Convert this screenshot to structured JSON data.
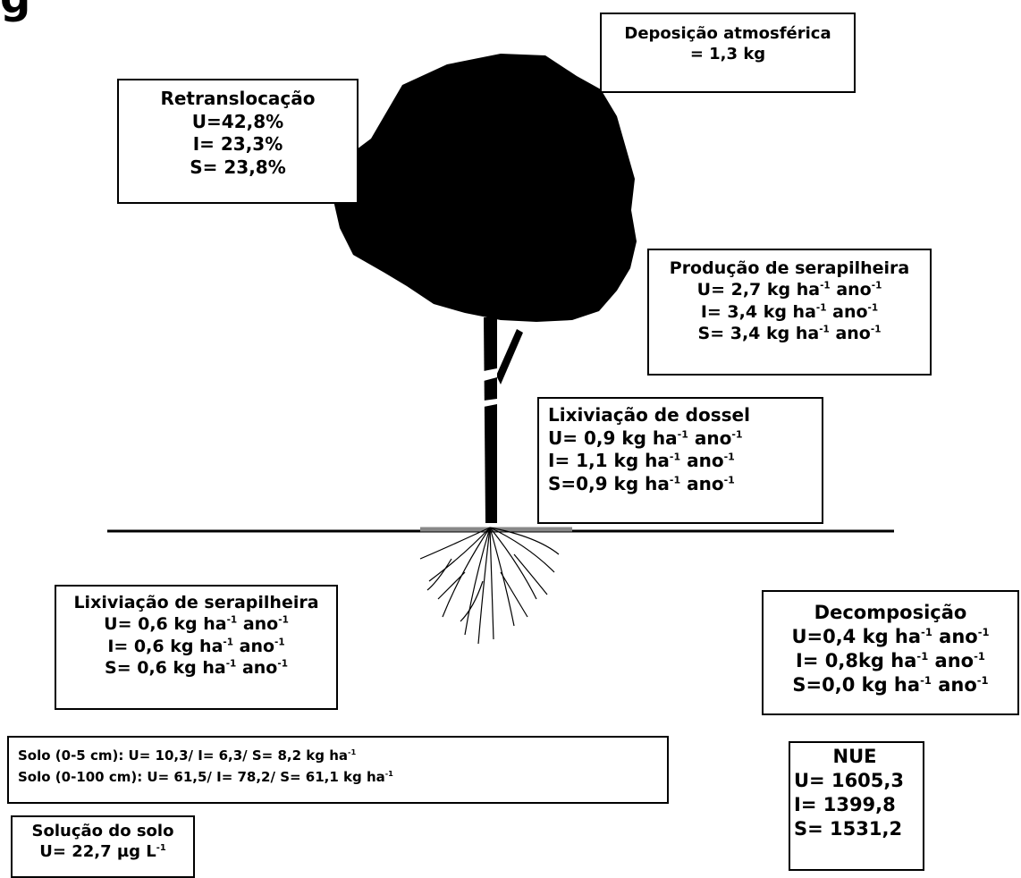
{
  "partial_title": "g",
  "deposicao": {
    "title": "Deposição atmosférica",
    "value": "= 1,3 kg"
  },
  "retranslocacao": {
    "title": "Retranslocação",
    "u": "U=42,8%",
    "i": "I= 23,3%",
    "s": "S= 23,8%"
  },
  "producao": {
    "title": "Produção de serapilheira",
    "u": "U= 2,7 kg ha",
    "i": "I= 3,4 kg ha",
    "s": "S= 3,4  kg ha",
    "unit_tail": "ano"
  },
  "lixiviacao_dossel": {
    "title": "Lixiviação de  dossel",
    "u": "U= 0,9 kg ha",
    "i": "I= 1,1 kg ha",
    "s": "S=0,9 kg ha",
    "unit_tail": "ano"
  },
  "lixiviacao_serapilheira": {
    "title": "Lixiviação de serapilheira",
    "u": "U= 0,6 kg ha",
    "i": "I= 0,6 kg ha",
    "s": "S= 0,6 kg ha",
    "unit_tail": "ano"
  },
  "decomposicao": {
    "title": "Decomposição",
    "u": "U=0,4 kg ha",
    "i": "I= 0,8kg ha",
    "s": "S=0,0 kg ha",
    "unit_tail": "ano"
  },
  "solo": {
    "line1": "Solo (0-5 cm): U= 10,3/ I= 6,3/ S= 8,2 kg ha",
    "line2": "Solo (0-100 cm): U= 61,5/ I= 78,2/ S= 61,1 kg ha"
  },
  "nue": {
    "title": "NUE",
    "u": "U= 1605,3",
    "i": "I= 1399,8",
    "s": "S= 1531,2"
  },
  "solucao": {
    "title": "Solução do solo",
    "value": "U= 22,7 µg L"
  },
  "exp": "-1"
}
